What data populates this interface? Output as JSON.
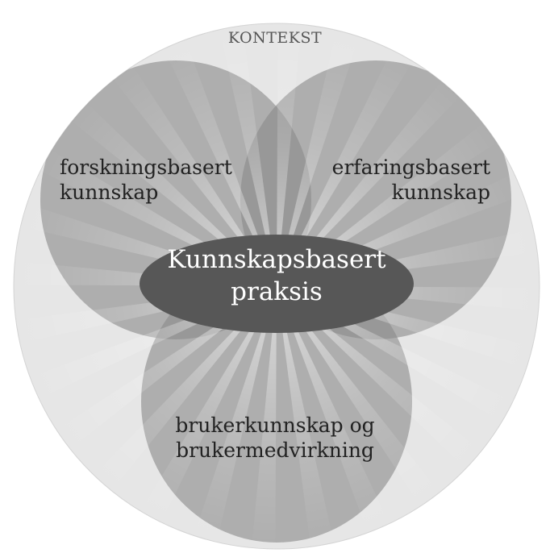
{
  "context_label": "KONTEKST",
  "left_circle": {
    "line1": "forskningsbasert",
    "line2": "kunnskap"
  },
  "right_circle": {
    "line1": "erfaringsbasert",
    "line2": "kunnskap"
  },
  "bottom_circle": {
    "line1": "brukerkunnskap og",
    "line2": "brukermedvirkning"
  },
  "center": {
    "line1": "Kunnskapsbasert",
    "line2": "praksis"
  },
  "colors": {
    "outer_circle": "#e6e6e6",
    "lobe": "#9c9c9c",
    "center_ellipse": "#575757",
    "center_text": "#ffffff",
    "label_text": "#222222"
  }
}
